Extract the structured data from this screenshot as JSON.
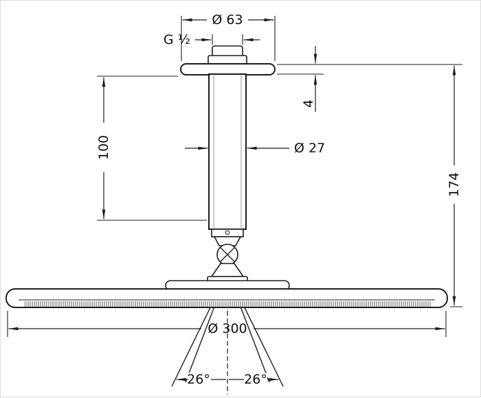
{
  "drawing": {
    "type": "technical-dimension-drawing",
    "labels": {
      "flange_diameter": "Ø 63",
      "thread_size": "G ½",
      "flange_height": "4",
      "pipe_exposed_length": "100",
      "pipe_diameter": "Ø 27",
      "overall_height": "174",
      "head_diameter": "Ø 300",
      "spray_angle_left": "26°",
      "spray_angle_right": "26°"
    },
    "colors": {
      "line": "#1c1c1c",
      "background": "#ffffff"
    }
  }
}
